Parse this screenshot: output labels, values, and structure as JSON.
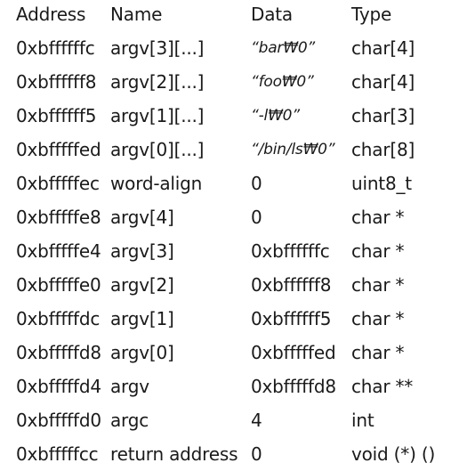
{
  "table": {
    "headers": {
      "address": "Address",
      "name": "Name",
      "data": "Data",
      "type": "Type"
    },
    "rows": [
      {
        "address": "0xbffffffc",
        "name": "argv[3][...]",
        "data": "“bar₩0”",
        "type": "char[4]"
      },
      {
        "address": "0xbffffff8",
        "name": "argv[2][...]",
        "data": "“foo₩0”",
        "type": "char[4]"
      },
      {
        "address": "0xbffffff5",
        "name": "argv[1][...]",
        "data": "“-l₩0”",
        "type": "char[3]"
      },
      {
        "address": "0xbfffffed",
        "name": "argv[0][...]",
        "data": "“/bin/ls₩0”",
        "type": "char[8]"
      },
      {
        "address": "0xbfffffec",
        "name": "word-align",
        "data": "0",
        "type": "uint8_t"
      },
      {
        "address": "0xbfffffe8",
        "name": "argv[4]",
        "data": "0",
        "type": "char *"
      },
      {
        "address": "0xbfffffe4",
        "name": "argv[3]",
        "data": "0xbffffffc",
        "type": "char *"
      },
      {
        "address": "0xbfffffe0",
        "name": "argv[2]",
        "data": "0xbffffff8",
        "type": "char *"
      },
      {
        "address": "0xbfffffdc",
        "name": "argv[1]",
        "data": "0xbffffff5",
        "type": "char *"
      },
      {
        "address": "0xbfffffd8",
        "name": "argv[0]",
        "data": "0xbfffffed",
        "type": "char *"
      },
      {
        "address": "0xbfffffd4",
        "name": "argv",
        "data": "0xbfffffd8",
        "type": "char **"
      },
      {
        "address": "0xbfffffd0",
        "name": "argc",
        "data": "4",
        "type": "int"
      },
      {
        "address": "0xbfffffcc",
        "name": "return address",
        "data": "0",
        "type": "void (*) ()"
      }
    ]
  }
}
